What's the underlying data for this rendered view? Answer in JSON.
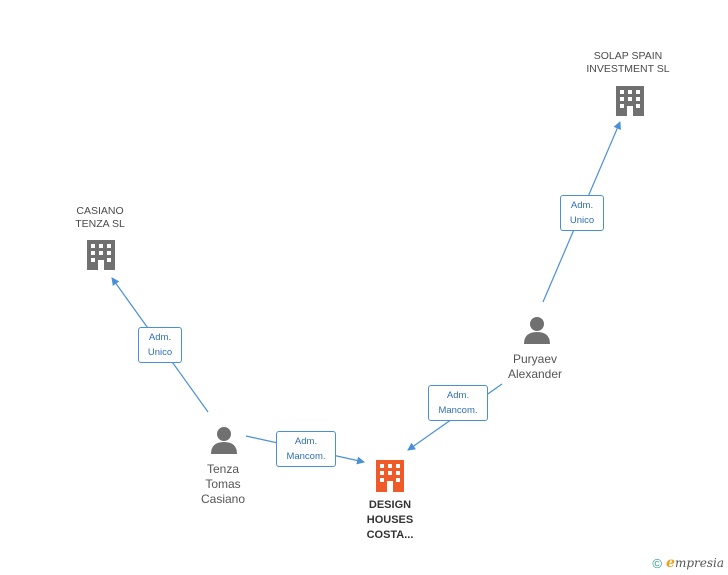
{
  "nodes": {
    "solap": {
      "label": "SOLAP SPAIN\nINVESTMENT SL",
      "icon": "building-icon",
      "color": "#707070"
    },
    "casiano": {
      "label": "CASIANO\nTENZA SL",
      "icon": "building-icon",
      "color": "#707070"
    },
    "puryaev": {
      "label": "Puryaev\nAlexander",
      "icon": "person-icon",
      "color": "#707070"
    },
    "tenza": {
      "label": "Tenza\nTomas\nCasiano",
      "icon": "person-icon",
      "color": "#707070"
    },
    "design": {
      "label": "DESIGN\nHOUSES\nCOSTA...",
      "icon": "building-icon",
      "color": "#f05a28"
    }
  },
  "edges": {
    "puryaev_solap": {
      "line1": "Adm.",
      "line2": "Unico"
    },
    "tenza_casiano": {
      "line1": "Adm.",
      "line2": "Unico"
    },
    "puryaev_design": {
      "line1": "Adm.",
      "line2": "Mancom."
    },
    "tenza_design": {
      "line1": "Adm.",
      "line2": "Mancom."
    }
  },
  "colors": {
    "edge": "#4a90d9",
    "accent": "#f05a28"
  },
  "footer": {
    "symbol": "©",
    "brand_initial": "e",
    "brand_rest": "mpresia"
  }
}
